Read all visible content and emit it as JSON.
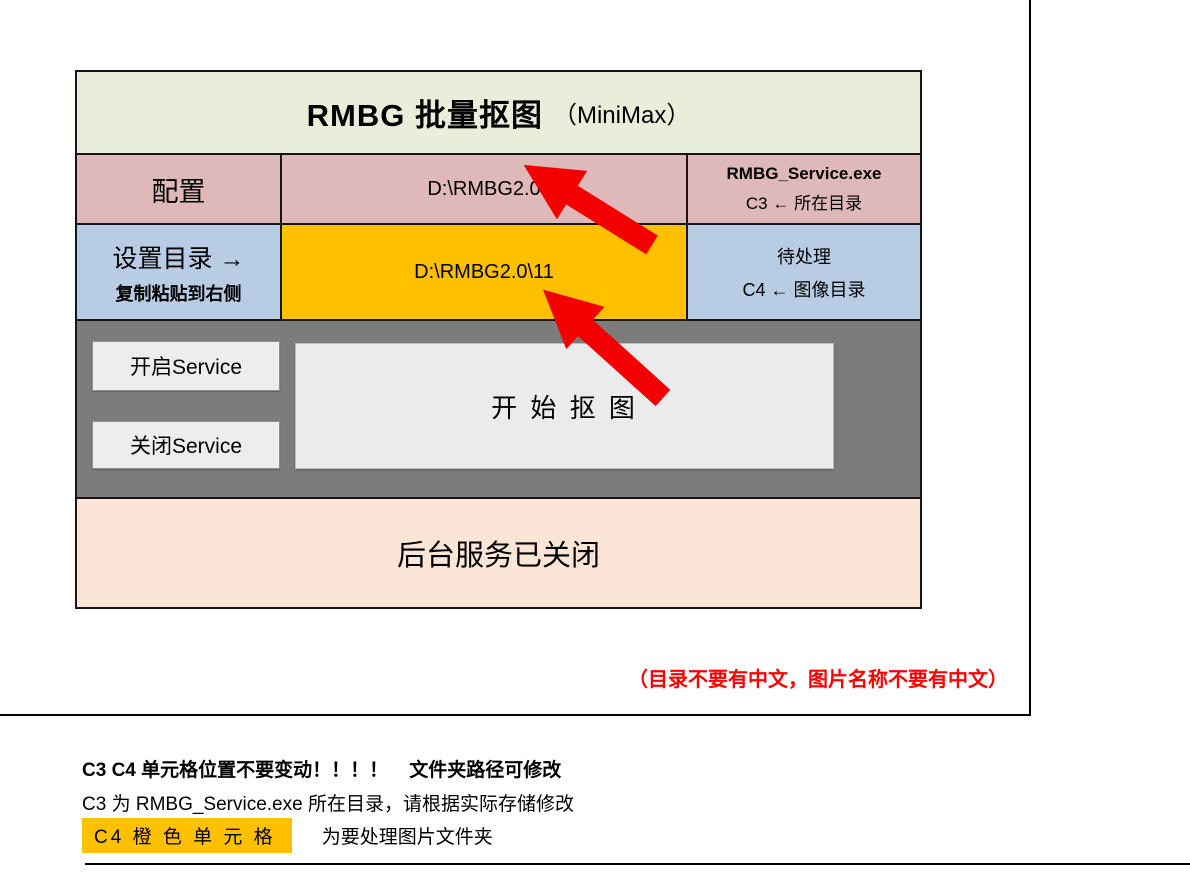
{
  "table": {
    "title": {
      "main": "RMBG 批量抠图",
      "sub": "（MiniMax）"
    },
    "row_config": {
      "label": "配置",
      "path": "D:\\RMBG2.0",
      "right_title": "RMBG_Service.exe",
      "right_sub": "C3 ← 所在目录"
    },
    "row_dir": {
      "label": "设置目录 →",
      "label_sub": "复制粘贴到右侧",
      "path": "D:\\RMBG2.0\\11",
      "right_title": "待处理",
      "right_sub": "C4 ← 图像目录"
    },
    "buttons": {
      "open_service": "开启Service",
      "close_service": "关闭Service",
      "start_matting": "开 始 抠 图"
    },
    "status": "后台服务已关闭"
  },
  "notes": {
    "warning": "（目录不要有中文，图片名称不要有中文）",
    "line1": "C3 C4 单元格位置不要变动！！！！    文件夹路径可修改",
    "line2": "C3 为 RMBG_Service.exe 所在目录，请根据实际存储修改",
    "line3_highlight": "C4 橙 色 单 元 格",
    "line3_rest": "为要处理图片文件夹"
  },
  "colors": {
    "header_bg": "#e9eedb",
    "config_row_bg": "#dfb8ba",
    "dir_row_bg": "#b8cce4",
    "c4_cell_bg": "#ffc000",
    "panel_bg": "#7c7c7c",
    "status_bg": "#fbe5d6",
    "arrow": "#f20000",
    "warning_text": "#fd0000"
  }
}
